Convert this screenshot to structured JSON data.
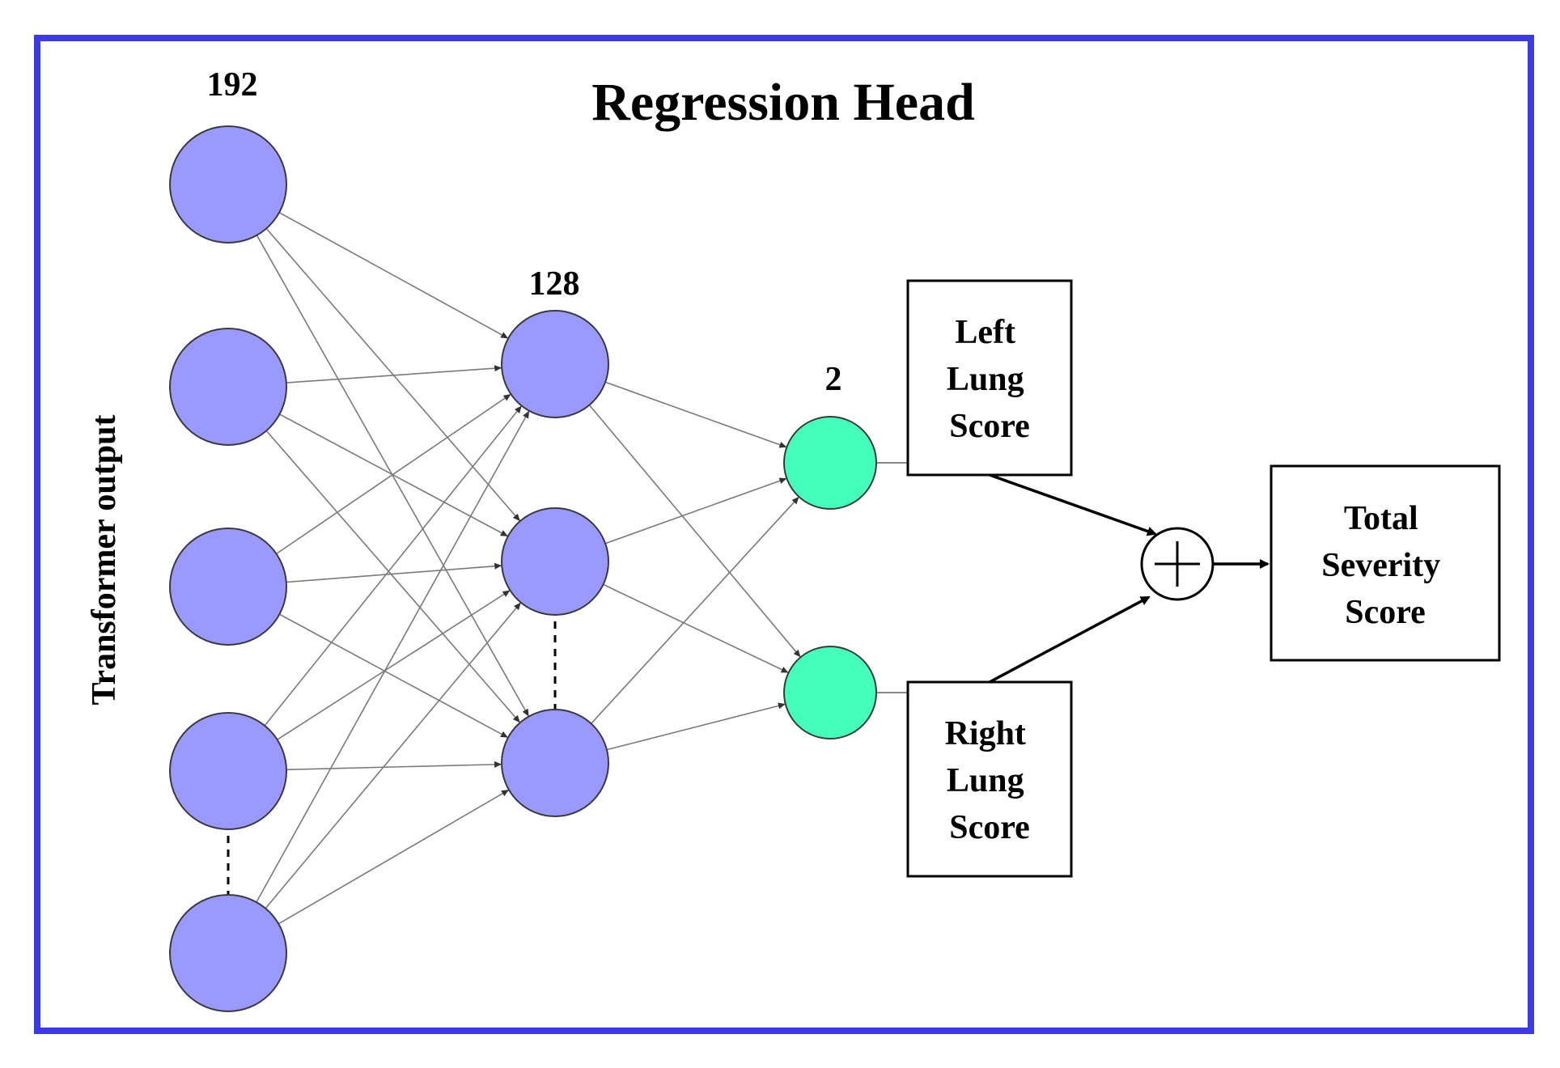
{
  "diagram": {
    "title": "Regression Head",
    "side_label": "Transformer output",
    "layers": [
      {
        "count_label": "192",
        "node_color": "#9999ff"
      },
      {
        "count_label": "128",
        "node_color": "#9999ff"
      },
      {
        "count_label": "2",
        "node_color": "#44ffbb"
      }
    ],
    "boxes": {
      "left_lung": [
        "Left",
        "Lung",
        "Score"
      ],
      "right_lung": [
        "Right",
        "Lung",
        "Score"
      ],
      "total": [
        "Total",
        "Severity",
        "Score"
      ]
    },
    "operator": "sum",
    "colors": {
      "frame": "#3a3ae6",
      "edges": "#7a7a7a",
      "hidden_nodes": "#9999ff",
      "output_nodes": "#44ffbb"
    }
  }
}
